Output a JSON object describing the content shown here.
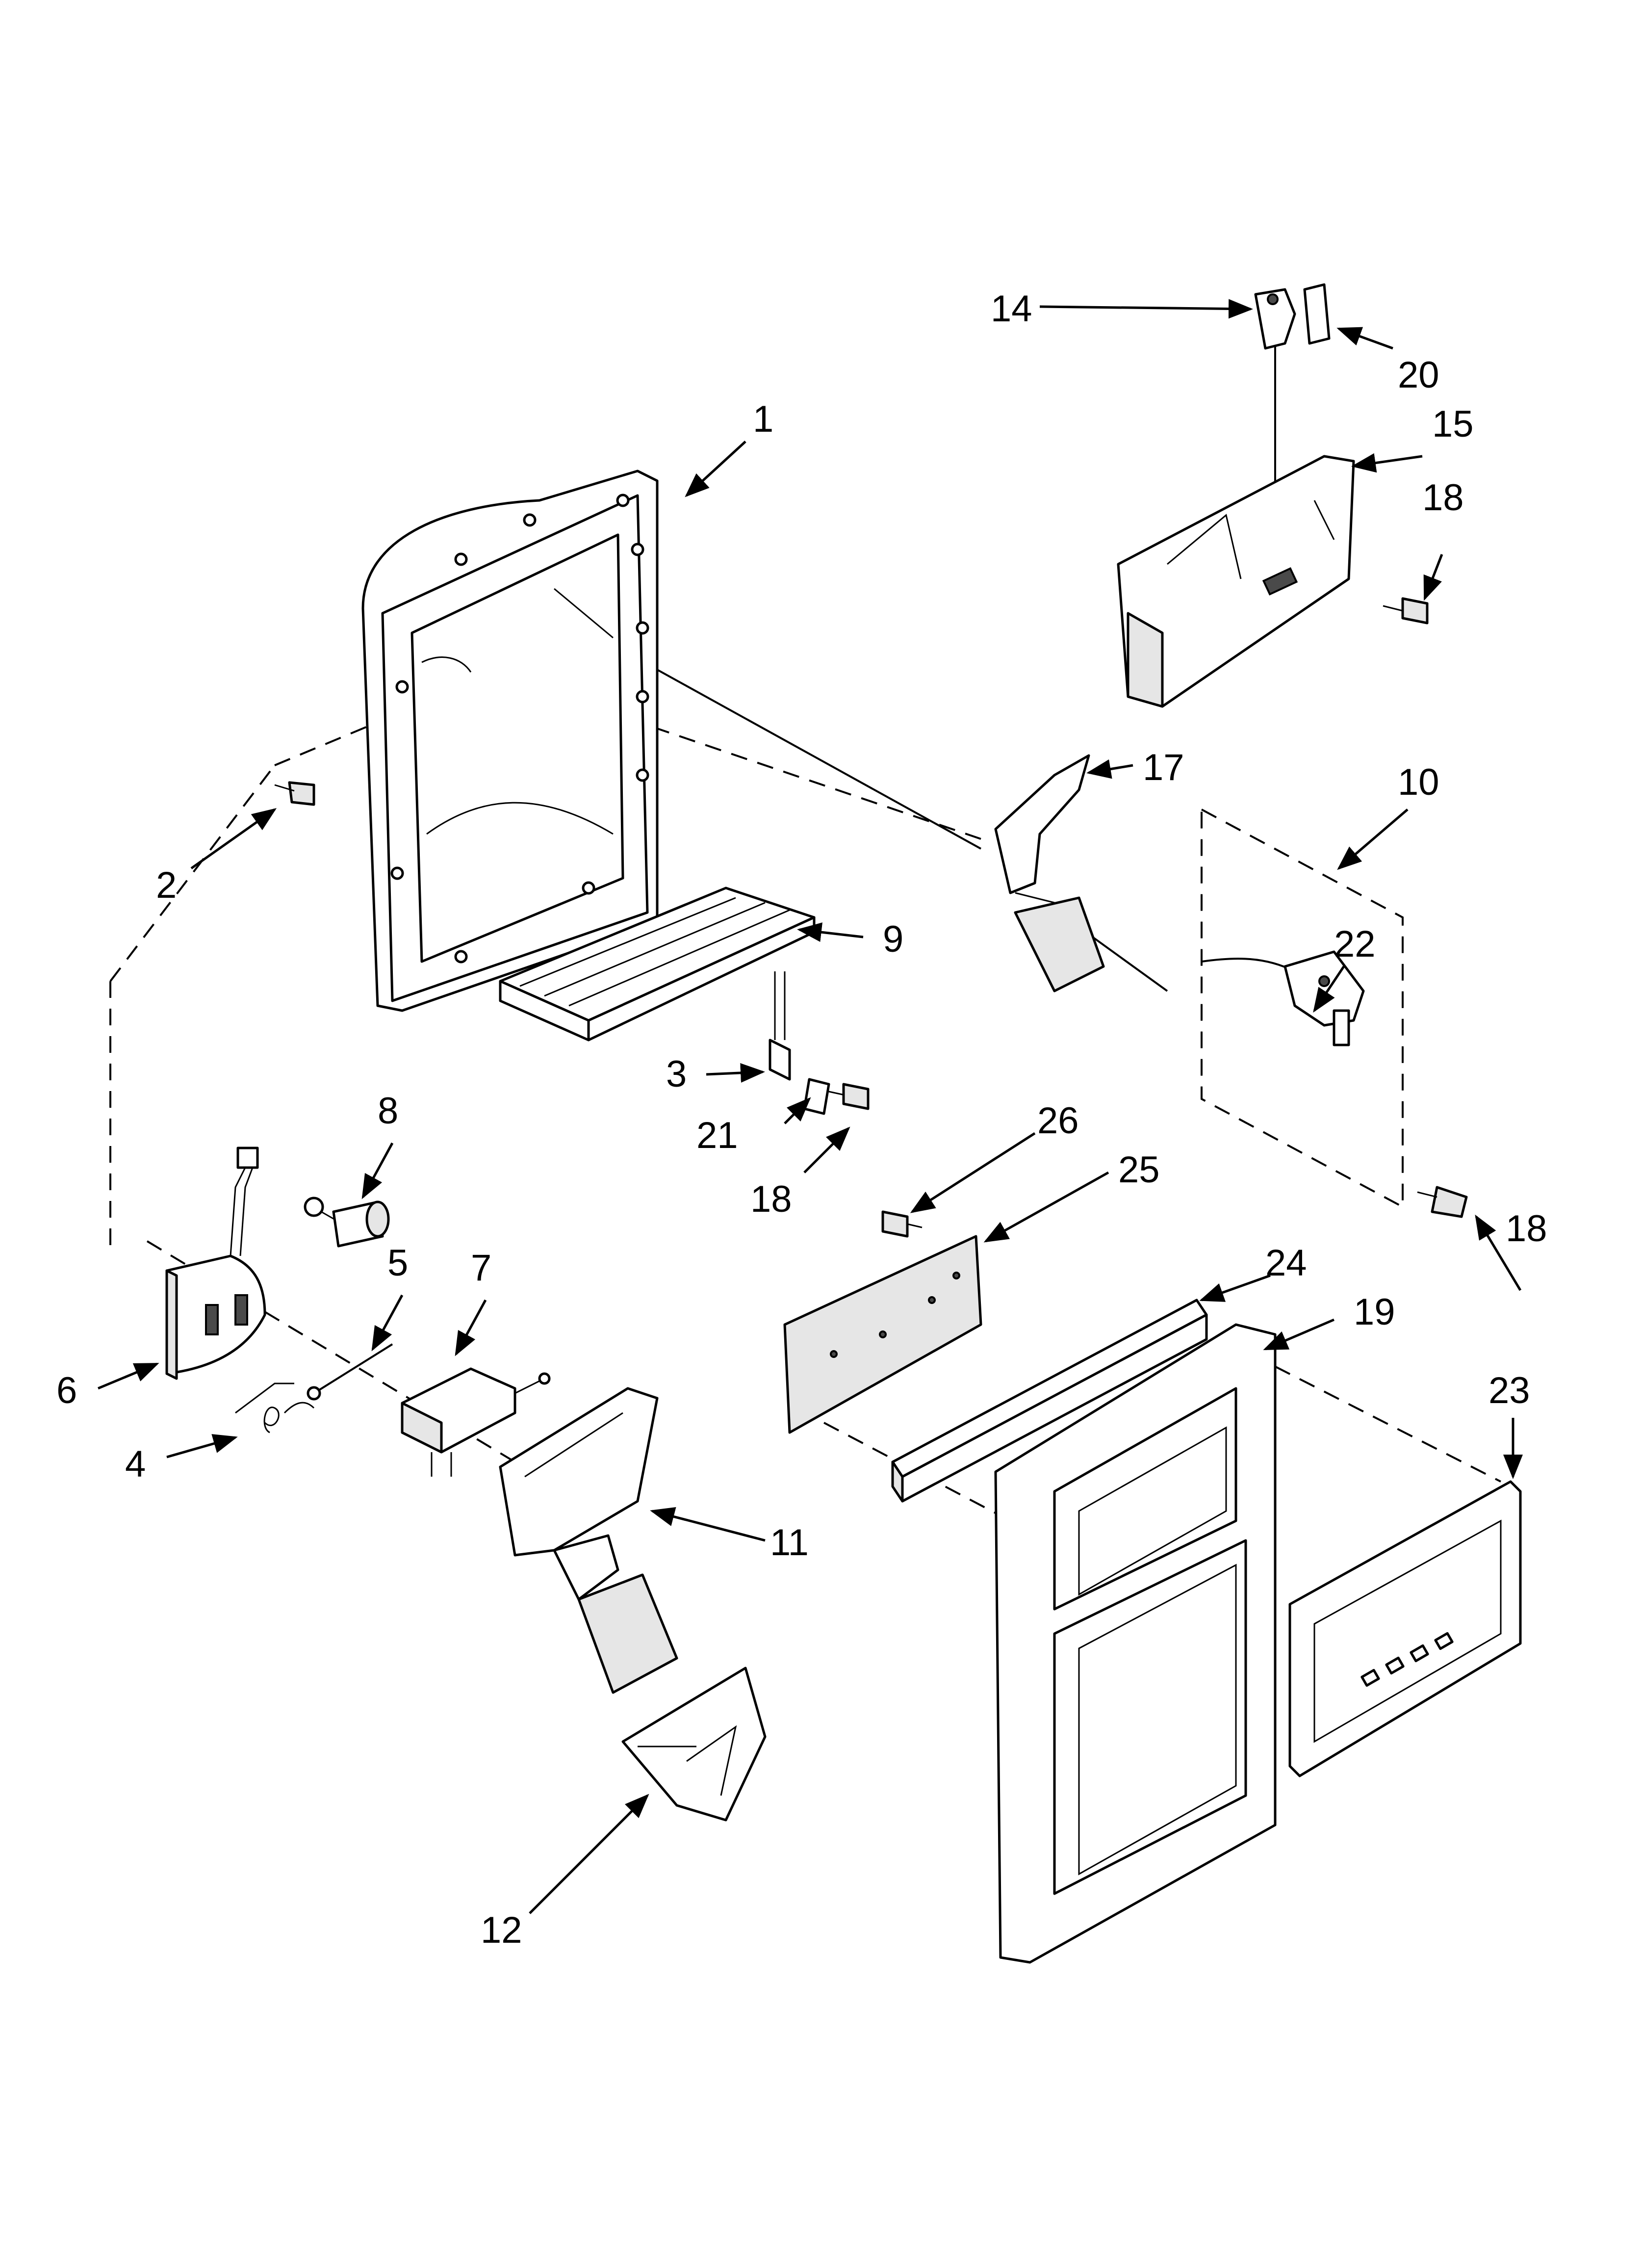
{
  "diagram": {
    "callouts": [
      {
        "id": "1",
        "label": "1"
      },
      {
        "id": "2",
        "label": "2"
      },
      {
        "id": "3",
        "label": "3"
      },
      {
        "id": "4",
        "label": "4"
      },
      {
        "id": "5",
        "label": "5"
      },
      {
        "id": "6",
        "label": "6"
      },
      {
        "id": "7",
        "label": "7"
      },
      {
        "id": "8",
        "label": "8"
      },
      {
        "id": "9",
        "label": "9"
      },
      {
        "id": "10",
        "label": "10"
      },
      {
        "id": "11",
        "label": "11"
      },
      {
        "id": "12",
        "label": "12"
      },
      {
        "id": "14",
        "label": "14"
      },
      {
        "id": "15",
        "label": "15"
      },
      {
        "id": "17",
        "label": "17"
      },
      {
        "id": "18a",
        "label": "18"
      },
      {
        "id": "18b",
        "label": "18"
      },
      {
        "id": "18c",
        "label": "18"
      },
      {
        "id": "19",
        "label": "19"
      },
      {
        "id": "20",
        "label": "20"
      },
      {
        "id": "21",
        "label": "21"
      },
      {
        "id": "22",
        "label": "22"
      },
      {
        "id": "23",
        "label": "23"
      },
      {
        "id": "24",
        "label": "24"
      },
      {
        "id": "25",
        "label": "25"
      },
      {
        "id": "26",
        "label": "26"
      }
    ]
  }
}
